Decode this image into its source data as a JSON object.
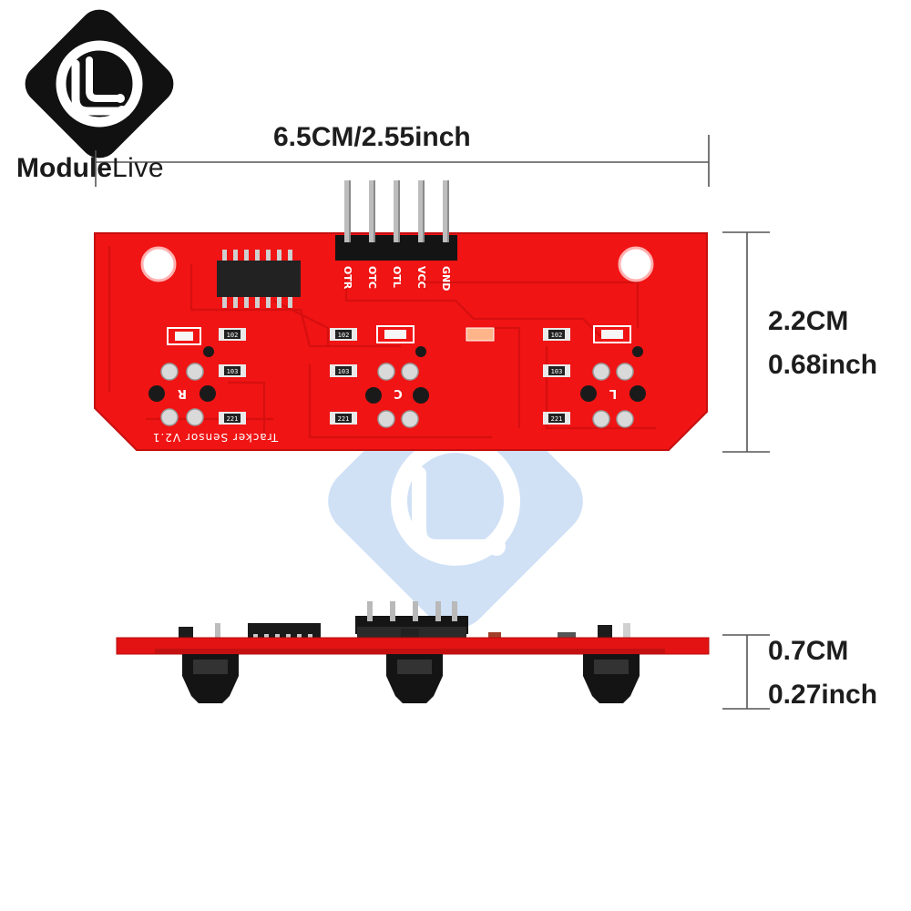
{
  "brand": {
    "name_bold": "Module",
    "name_light": "Live",
    "logo_icon": "moduleLive-circuit-logo-icon"
  },
  "dimensions": {
    "width_label": "6.5CM/2.55inch",
    "height_cm": "2.2CM",
    "height_inch": "0.68inch",
    "thickness_cm": "0.7CM",
    "thickness_inch": "0.27inch"
  },
  "board": {
    "pin_labels": [
      "OTR",
      "OTC",
      "OTL",
      "VCC",
      "GND"
    ],
    "silkscreen_title": "Tracker Sensor V2.1",
    "sensor_labels": [
      "R",
      "C",
      "L"
    ],
    "resistor_codes": [
      "102",
      "103",
      "221",
      "102",
      "103",
      "221",
      "102",
      "103",
      "221"
    ],
    "colors": {
      "pcb_red": "#f01414",
      "pcb_edge": "#b50d0d",
      "watermark_blue": "#4a86d8"
    }
  }
}
